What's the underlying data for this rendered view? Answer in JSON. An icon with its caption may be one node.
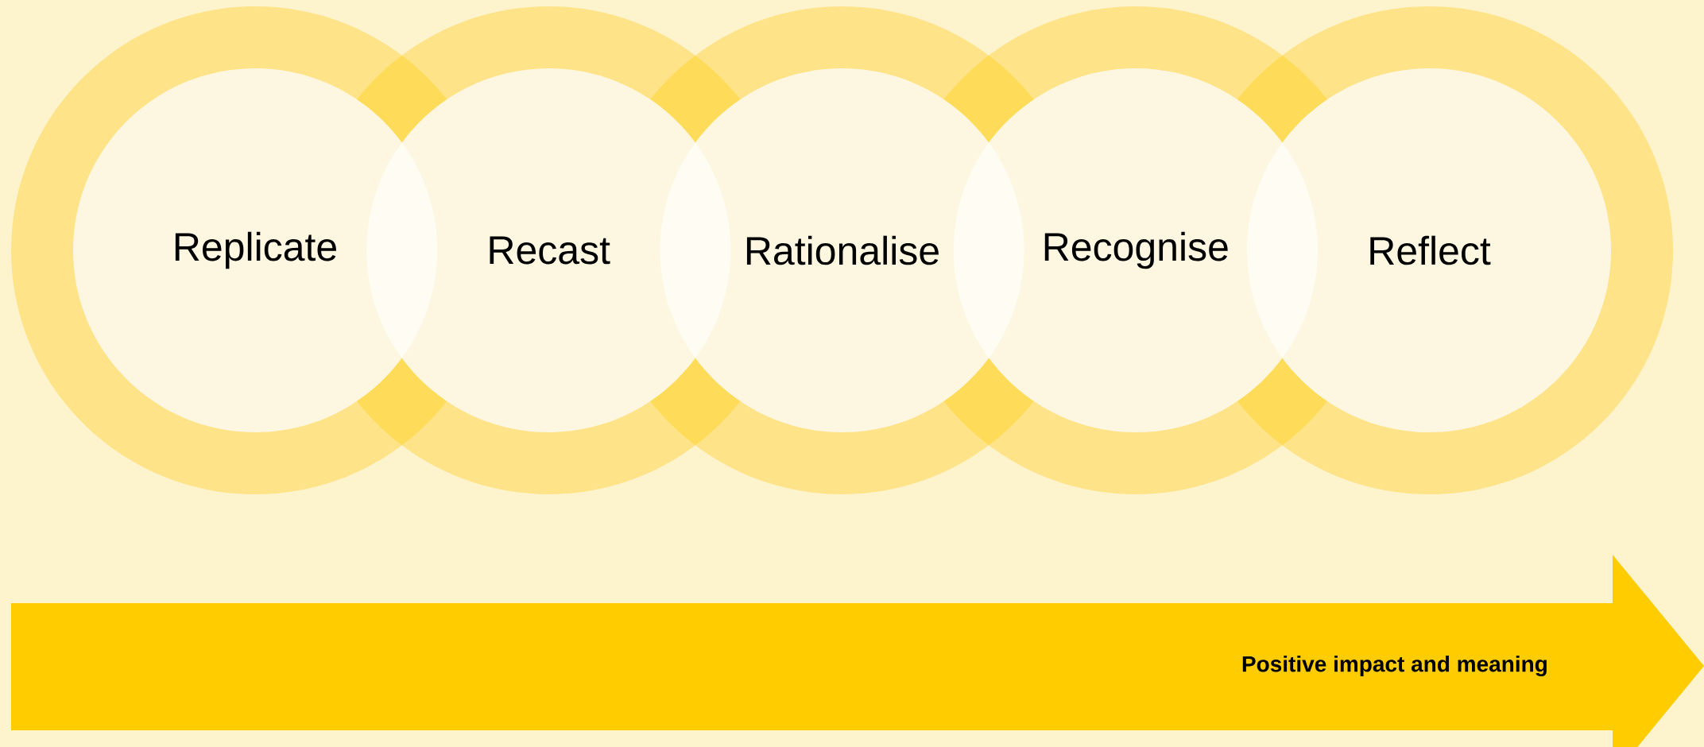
{
  "diagram": {
    "nodes": [
      {
        "text": [
          "Replicate"
        ]
      },
      {
        "text": [
          "Recast"
        ]
      },
      {
        "text": [
          "Rationalise"
        ]
      },
      {
        "text": [
          "Recognise"
        ]
      },
      {
        "text": [
          "Reflect"
        ]
      },
      {
        "text": [
          "Positive impact and meaning"
        ]
      }
    ]
  }
}
